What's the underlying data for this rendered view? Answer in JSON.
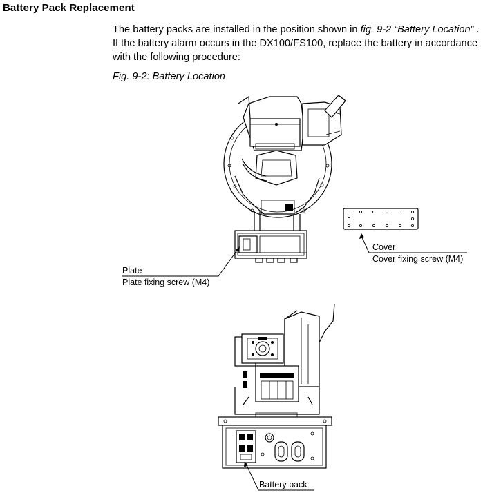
{
  "section": {
    "title": "Battery Pack Replacement"
  },
  "intro": {
    "text_1": "The battery packs are installed in the position shown in ",
    "fig_ref": "fig. 9-2  “Battery Location”",
    "text_2": " .  If the battery alarm occurs in the DX100/FS100, replace the battery in accordance with the following procedure:"
  },
  "figure": {
    "caption": "Fig. 9-2: Battery Location",
    "labels": {
      "plate": "Plate",
      "plate_screw": "Plate fixing screw (M4)",
      "cover": "Cover",
      "cover_screw": "Cover fixing screw (M4)",
      "battery_pack": "Battery pack"
    }
  }
}
